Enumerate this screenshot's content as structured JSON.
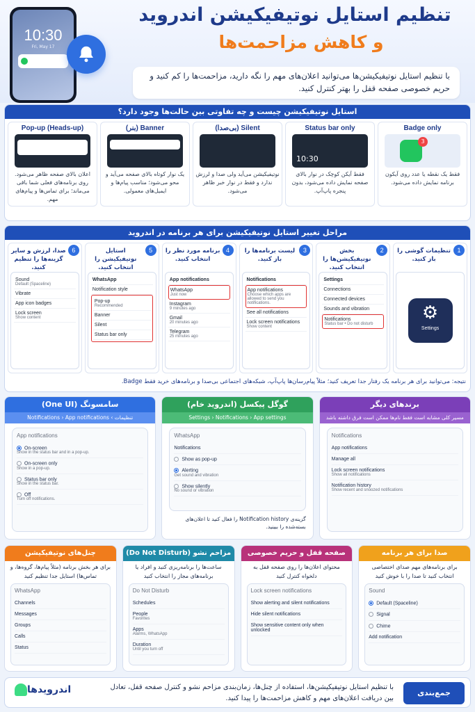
{
  "hero": {
    "title": "تنظیم استایل نوتیفیکیشن اندروید",
    "subtitle": "و کاهش مزاحمت‌ها",
    "intro": "با تنظیم استایل نوتیفیکیشن‌ها می‌توانید اعلان‌های مهم را نگه دارید، مزاحمت‌ها را کم کنید و حریم خصوصی صفحه قفل را بهتر کنترل کنید.",
    "phone_time": "10:30",
    "phone_date": "Fri, May 17"
  },
  "types_section": {
    "header": "استایل نوتیفیکیشن چیست و چه تفاوتی بین حالت‌ها وجود دارد؟",
    "items": [
      {
        "name": "Badge only",
        "desc": "فقط یک نقطه یا عدد روی آیکون برنامه نمایش داده می‌شود."
      },
      {
        "name": "Status bar only",
        "desc": "فقط آیکن کوچک در نوار بالای صفحه نمایش داده می‌شود، بدون پنجره پاپ‌آپ."
      },
      {
        "name": "Silent (بی‌صدا)",
        "desc": "نوتیفیکیشن می‌آید ولی صدا و لرزش ندارد و فقط در نوار خبر ظاهر می‌شود."
      },
      {
        "name": "Banner (بنر)",
        "desc": "یک نوار کوتاه بالای صفحه می‌آید و محو می‌شود؛ مناسب پیام‌ها و ایمیل‌های معمولی."
      },
      {
        "name": "Pop-up (Heads-up)",
        "desc": "اعلان بالای صفحه ظاهر می‌شود. روی برنامه‌های فعلی شما باقی می‌ماند؛ برای تماس‌ها و پیام‌های مهم."
      }
    ],
    "badge_count": "3",
    "status_time": "10:30"
  },
  "steps_section": {
    "header": "مراحل تغییر استایل نوتیفیکیشن برای هر برنامه در اندروید",
    "steps": [
      {
        "num": "1",
        "text": "تنظیمات گوشی را باز کنید.",
        "screen": [
          "Settings"
        ]
      },
      {
        "num": "2",
        "text": "بخش نوتیفیکیشن‌ها را انتخاب کنید.",
        "screen": [
          "Settings",
          "Connections",
          "Connected devices",
          "Sounds and vibration",
          "Notifications",
          "Status bar • Do not disturb"
        ]
      },
      {
        "num": "3",
        "text": "لیست برنامه‌ها را باز کنید.",
        "screen": [
          "Notifications",
          "App notifications",
          "Choose which apps are allowed to send you notifications.",
          "See all notifications",
          "Lock screen notifications",
          "Show content"
        ]
      },
      {
        "num": "4",
        "text": "برنامه مورد نظر را انتخاب کنید.",
        "screen": [
          "App notifications",
          "WhatsApp",
          "Just now",
          "Instagram",
          "9 minutes ago",
          "Gmail",
          "20 minutes ago",
          "Telegram",
          "25 minutes ago"
        ]
      },
      {
        "num": "5",
        "text": "استایل نوتیفیکیشن را انتخاب کنید.",
        "screen": [
          "WhatsApp",
          "Notification style",
          "Pop-up",
          "Recommended",
          "Banner",
          "Silent",
          "Status bar only"
        ]
      },
      {
        "num": "6",
        "text": "صدا، لرزش و سایر گزینه‌ها را تنظیم کنید.",
        "screen": [
          "Sound",
          "Default (Spaceline)",
          "Vibrate",
          "App icon badges",
          "Lock screen",
          "Show content"
        ]
      }
    ],
    "result": "نتیجه: می‌توانید برای هر برنامه یک رفتار جدا تعریف کنید؛ مثلاً پیام‌رسان‌ها پاپ‌آپ، شبکه‌های اجتماعی بی‌صدا و برنامه‌های خرید فقط Badge."
  },
  "brands": [
    {
      "title": "سامسونگ (One UI)",
      "path": "تنظیمات › Notifications › App notifications",
      "color": "#2f6fe0",
      "screen_title": "App notifications",
      "options": [
        {
          "label": "On-screen",
          "sub": "Show in the status bar and in a pop-up.",
          "on": true
        },
        {
          "label": "On-screen only",
          "sub": "Show in a pop-up.",
          "on": false
        },
        {
          "label": "Status bar only",
          "sub": "Show in the status bar.",
          "on": false
        },
        {
          "label": "Off",
          "sub": "Turn off notifications.",
          "on": false
        }
      ]
    },
    {
      "title": "گوگل پیکسل (اندروید خام)",
      "path": "Settings › Notifications › App settings",
      "color": "#2fa15c",
      "screen_title": "WhatsApp",
      "options": [
        {
          "label": "Notifications",
          "sub": "",
          "on": false
        },
        {
          "label": "Show as pop-up",
          "sub": "",
          "on": false
        },
        {
          "label": "Alerting",
          "sub": "Get sound and vibration",
          "on": true
        },
        {
          "label": "Show silently",
          "sub": "No sound or vibration",
          "on": false
        }
      ],
      "note": "گزینه‌ی Notification history را فعال کنید تا اعلان‌های بسته‌شده را ببینید."
    },
    {
      "title": "برندهای دیگر",
      "path": "مسیر کلی مشابه است فقط نام‌ها ممکن است فرق داشته باشد",
      "color": "#7b3fb8",
      "screen_title": "Notifications",
      "options": [
        {
          "label": "App notifications",
          "sub": "",
          "on": false
        },
        {
          "label": "Manage all",
          "sub": "",
          "on": false
        },
        {
          "label": "Lock screen notifications",
          "sub": "Show all notifications",
          "on": false
        },
        {
          "label": "Notification history",
          "sub": "Show recent and snoozed notifications",
          "on": false
        }
      ]
    }
  ],
  "tools": [
    {
      "title": "چنل‌های نوتیفیکیشن",
      "desc": "برای هر بخش برنامه (مثلاً پیام‌ها، گروه‌ها، و تماس‌ها) استایل جدا تنظیم کنید",
      "color": "#f07c1c",
      "screen_title": "WhatsApp",
      "rows": [
        "Channels",
        "Messages",
        "Groups",
        "Calls",
        "Status"
      ]
    },
    {
      "title": "مزاحم نشو (Do Not Disturb)",
      "desc": "ساعت‌ها را برنامه‌ریزی کنید و افراد یا برنامه‌های مجاز را انتخاب کنید",
      "color": "#1f8aa8",
      "screen_title": "Do Not Disturb",
      "rows": [
        "Schedules",
        "People",
        "Favorites",
        "Apps",
        "Alarms, WhatsApp",
        "Duration",
        "Until you turn off"
      ]
    },
    {
      "title": "صفحه قفل و حریم خصوصی",
      "desc": "محتوای اعلان‌ها را روی صفحه قفل به دلخواه کنترل کنید",
      "color": "#b8327a",
      "screen_title": "Lock screen notifications",
      "rows": [
        "Show alerting and silent notifications",
        "Hide silent notifications",
        "Show sensitive content only when unlocked"
      ]
    },
    {
      "title": "صدا برای هر برنامه",
      "desc": "برای برنامه‌های مهم صدای اختصاصی انتخاب کنید تا صدا را با خوش کنید",
      "color": "#f0a11c",
      "screen_title": "Sound",
      "rows": [
        "Default (Spaceline)",
        "Signal",
        "Chime",
        "Add notification"
      ]
    }
  ],
  "footer": {
    "label": "جمع‌بندی",
    "text": "با تنظیم استایل نوتیفیکیشن‌ها، استفاده از چنل‌ها، زمان‌بندی مزاحم نشو و کنترل صفحه قفل، تعادل بین دریافت اعلان‌های مهم و کاهش مزاحمت‌ها را پیدا کنید.",
    "logo": "اندرویدها"
  }
}
